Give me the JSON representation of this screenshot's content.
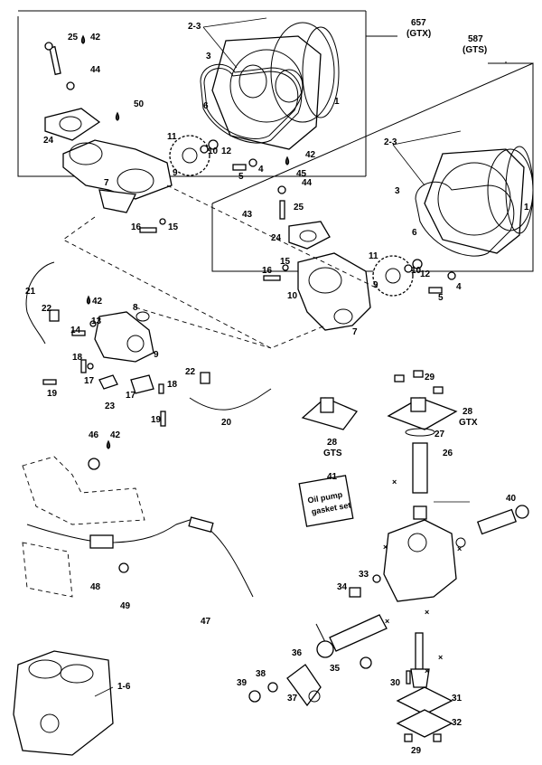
{
  "header": {
    "model_gtx_code": "657",
    "model_gtx_name": "(GTX)",
    "model_gts_code": "587",
    "model_gts_name": "(GTS)"
  },
  "kit": {
    "number": "41",
    "text_line1": "Oil pump",
    "text_line2": "gasket set"
  },
  "cover_variants": {
    "gts_num": "28",
    "gts_name": "GTS",
    "gtx_num": "28",
    "gtx_name": "GTX"
  },
  "callouts": [
    {
      "id": "c25a",
      "text": "25"
    },
    {
      "id": "c42a",
      "text": "42"
    },
    {
      "id": "c44a",
      "text": "44"
    },
    {
      "id": "c50",
      "text": "50"
    },
    {
      "id": "c24a",
      "text": "24"
    },
    {
      "id": "c23a",
      "text": "2-3"
    },
    {
      "id": "c3a",
      "text": "3"
    },
    {
      "id": "c6a",
      "text": "6"
    },
    {
      "id": "c1a",
      "text": "1"
    },
    {
      "id": "c11a",
      "text": "11"
    },
    {
      "id": "c12a",
      "text": "12"
    },
    {
      "id": "c10a",
      "text": "10"
    },
    {
      "id": "c9a",
      "text": "9"
    },
    {
      "id": "c4a",
      "text": "4"
    },
    {
      "id": "c5a",
      "text": "5"
    },
    {
      "id": "c7a",
      "text": "7"
    },
    {
      "id": "c16a",
      "text": "16"
    },
    {
      "id": "c15a",
      "text": "15"
    },
    {
      "id": "c42b",
      "text": "42"
    },
    {
      "id": "c45",
      "text": "45"
    },
    {
      "id": "c44b",
      "text": "44"
    },
    {
      "id": "c25b",
      "text": "25"
    },
    {
      "id": "c43",
      "text": "43"
    },
    {
      "id": "c24b",
      "text": "24"
    },
    {
      "id": "c23b",
      "text": "2-3"
    },
    {
      "id": "c3b",
      "text": "3"
    },
    {
      "id": "c1b",
      "text": "1"
    },
    {
      "id": "c6b",
      "text": "6"
    },
    {
      "id": "c11b",
      "text": "11"
    },
    {
      "id": "c9b",
      "text": "9"
    },
    {
      "id": "c10b",
      "text": "10"
    },
    {
      "id": "c12b",
      "text": "12"
    },
    {
      "id": "c4b",
      "text": "4"
    },
    {
      "id": "c5b",
      "text": "5"
    },
    {
      "id": "c16b",
      "text": "16"
    },
    {
      "id": "c15b",
      "text": "15"
    },
    {
      "id": "c10c",
      "text": "10"
    },
    {
      "id": "c7b",
      "text": "7"
    },
    {
      "id": "c21",
      "text": "21"
    },
    {
      "id": "c22a",
      "text": "22"
    },
    {
      "id": "c42c",
      "text": "42"
    },
    {
      "id": "c8",
      "text": "8"
    },
    {
      "id": "c13",
      "text": "13"
    },
    {
      "id": "c14",
      "text": "14"
    },
    {
      "id": "c9c",
      "text": "9"
    },
    {
      "id": "c18a",
      "text": "18"
    },
    {
      "id": "c17a",
      "text": "17"
    },
    {
      "id": "c19a",
      "text": "19"
    },
    {
      "id": "c23c",
      "text": "23"
    },
    {
      "id": "c17b",
      "text": "17"
    },
    {
      "id": "c18b",
      "text": "18"
    },
    {
      "id": "c19b",
      "text": "19"
    },
    {
      "id": "c22b",
      "text": "22"
    },
    {
      "id": "c20",
      "text": "20"
    },
    {
      "id": "c29a",
      "text": "29"
    },
    {
      "id": "c27",
      "text": "27"
    },
    {
      "id": "c26",
      "text": "26"
    },
    {
      "id": "c46",
      "text": "46"
    },
    {
      "id": "c42d",
      "text": "42"
    },
    {
      "id": "c40",
      "text": "40"
    },
    {
      "id": "c33",
      "text": "33"
    },
    {
      "id": "c34",
      "text": "34"
    },
    {
      "id": "c48",
      "text": "48"
    },
    {
      "id": "c49",
      "text": "49"
    },
    {
      "id": "c47",
      "text": "47"
    },
    {
      "id": "c36",
      "text": "36"
    },
    {
      "id": "c35",
      "text": "35"
    },
    {
      "id": "c39",
      "text": "39"
    },
    {
      "id": "c38",
      "text": "38"
    },
    {
      "id": "c37",
      "text": "37"
    },
    {
      "id": "c30",
      "text": "30"
    },
    {
      "id": "c31",
      "text": "31"
    },
    {
      "id": "c32",
      "text": "32"
    },
    {
      "id": "c29b",
      "text": "29"
    },
    {
      "id": "c16-engine",
      "text": "1-6"
    }
  ]
}
